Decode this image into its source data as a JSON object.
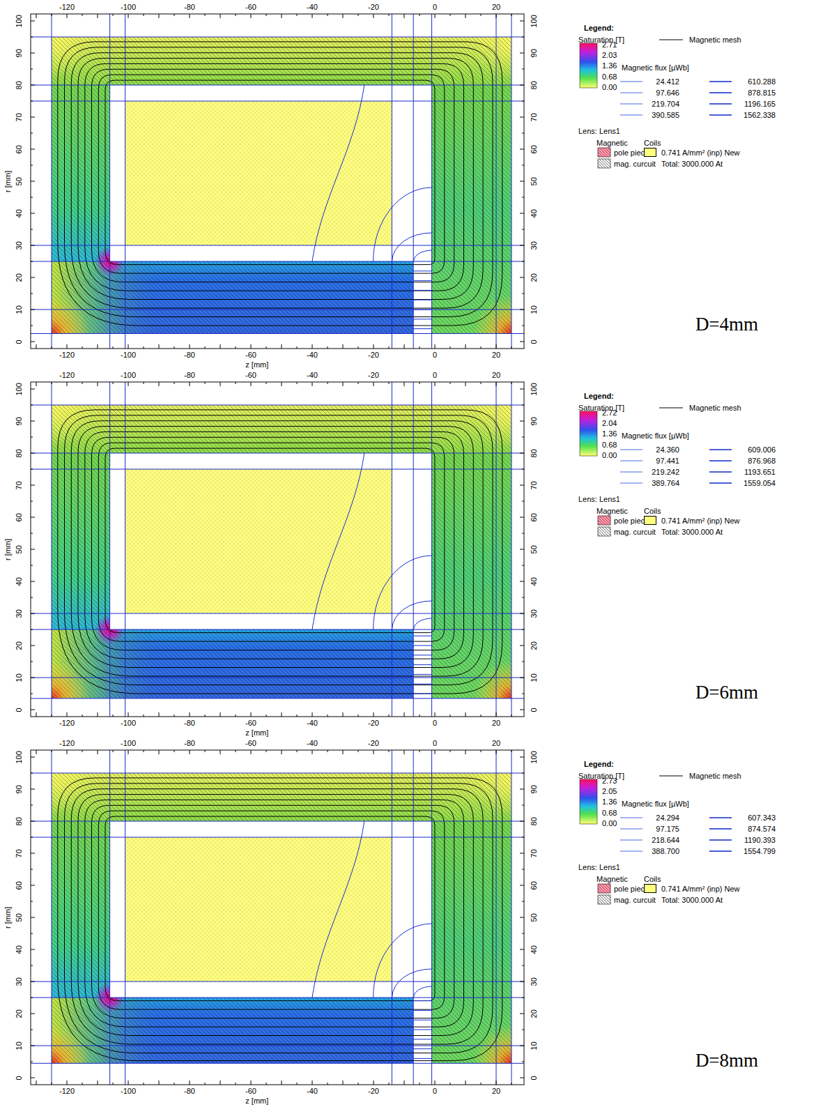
{
  "diagram": {
    "labels": [
      "-120",
      "-100",
      "-80",
      "-60",
      "-40",
      "-20",
      "0",
      "20",
      "-120",
      "-100",
      "-80",
      "-60",
      "-40",
      "-20",
      "0",
      "20",
      "100",
      "90",
      "80",
      "70",
      "60",
      "50",
      "40",
      "30",
      "20",
      "10",
      "0",
      "100",
      "90",
      "80",
      "70",
      "60",
      "50",
      "40",
      "30",
      "20",
      "10",
      "0",
      "r [mm]",
      "z [mm]",
      "Legend:",
      "Saturation [T]",
      "2.71",
      "2.03",
      "1.36",
      "0.68",
      "0.00",
      "Magnetic flux [µWb]",
      "Lens: Lens1",
      "Magnetic",
      "Coils",
      "Total: 3000.000 At",
      "D=4mm",
      "-120",
      "-100",
      "-80",
      "-60",
      "-40",
      "-20",
      "0",
      "20",
      "-120",
      "-100",
      "-80",
      "-60",
      "-40",
      "-20",
      "0",
      "20",
      "100",
      "90",
      "80",
      "70",
      "60",
      "50",
      "40",
      "30",
      "20",
      "10",
      "0",
      "100",
      "90",
      "80",
      "70",
      "60",
      "50",
      "40",
      "30",
      "20",
      "10",
      "0",
      "r [mm]",
      "z [mm]",
      "Legend:",
      "Saturation [T]",
      "2.72",
      "2.04",
      "1.36",
      "0.68",
      "0.00",
      "Magnetic flux [µWb]",
      "Lens: Lens1",
      "Magnetic",
      "Coils",
      "Total: 3000.000 At",
      "D=6mm",
      "-120",
      "-100",
      "-80",
      "-60",
      "-40",
      "-20",
      "0",
      "20",
      "-120",
      "-100",
      "-80",
      "-60",
      "-40",
      "-20",
      "0",
      "20",
      "100",
      "90",
      "80",
      "70",
      "60",
      "50",
      "40",
      "30",
      "20",
      "10",
      "0",
      "100",
      "90",
      "80",
      "70",
      "60",
      "50",
      "40",
      "30",
      "20",
      "10",
      "0",
      "r [mm]",
      "z [mm]",
      "Legend:",
      "Saturation [T]",
      "2.73",
      "2.05",
      "1.36",
      "0.68",
      "0.00",
      "Magnetic flux [µWb]",
      "Lens: Lens1",
      "Magnetic",
      "Coils",
      "Total: 3000.000 At",
      "D=8mm"
    ],
    "legend": [
      {
        "text": "Magnetic mesh"
      },
      {
        "text": "24.412"
      },
      {
        "text": "97.646"
      },
      {
        "text": "219.704"
      },
      {
        "text": "390.585"
      },
      {
        "text": "610.288"
      },
      {
        "text": "878.815"
      },
      {
        "text": "1196.165"
      },
      {
        "text": "1562.338"
      },
      {
        "text": "pole piece"
      },
      {
        "text": "0.741 A/mm² (inp) New",
        "color": "#ffff80"
      },
      {
        "text": "mag. curcuit"
      },
      {
        "text": "Magnetic mesh"
      },
      {
        "text": "24.360"
      },
      {
        "text": "97.441"
      },
      {
        "text": "219.242"
      },
      {
        "text": "389.764"
      },
      {
        "text": "609.006"
      },
      {
        "text": "876.968"
      },
      {
        "text": "1193.651"
      },
      {
        "text": "1559.054"
      },
      {
        "text": "pole piece"
      },
      {
        "text": "0.741 A/mm² (inp) New",
        "color": "#ffff80"
      },
      {
        "text": "mag. curcuit"
      },
      {
        "text": "Magnetic mesh"
      },
      {
        "text": "24.294"
      },
      {
        "text": "97.175"
      },
      {
        "text": "218.644"
      },
      {
        "text": "388.700"
      },
      {
        "text": "607.343"
      },
      {
        "text": "874.574"
      },
      {
        "text": "1190.393"
      },
      {
        "text": "1554.799"
      },
      {
        "text": "pole piece"
      },
      {
        "text": "0.741 A/mm² (inp) New",
        "color": "#ffff80"
      },
      {
        "text": "mag. curcuit"
      }
    ]
  }
}
